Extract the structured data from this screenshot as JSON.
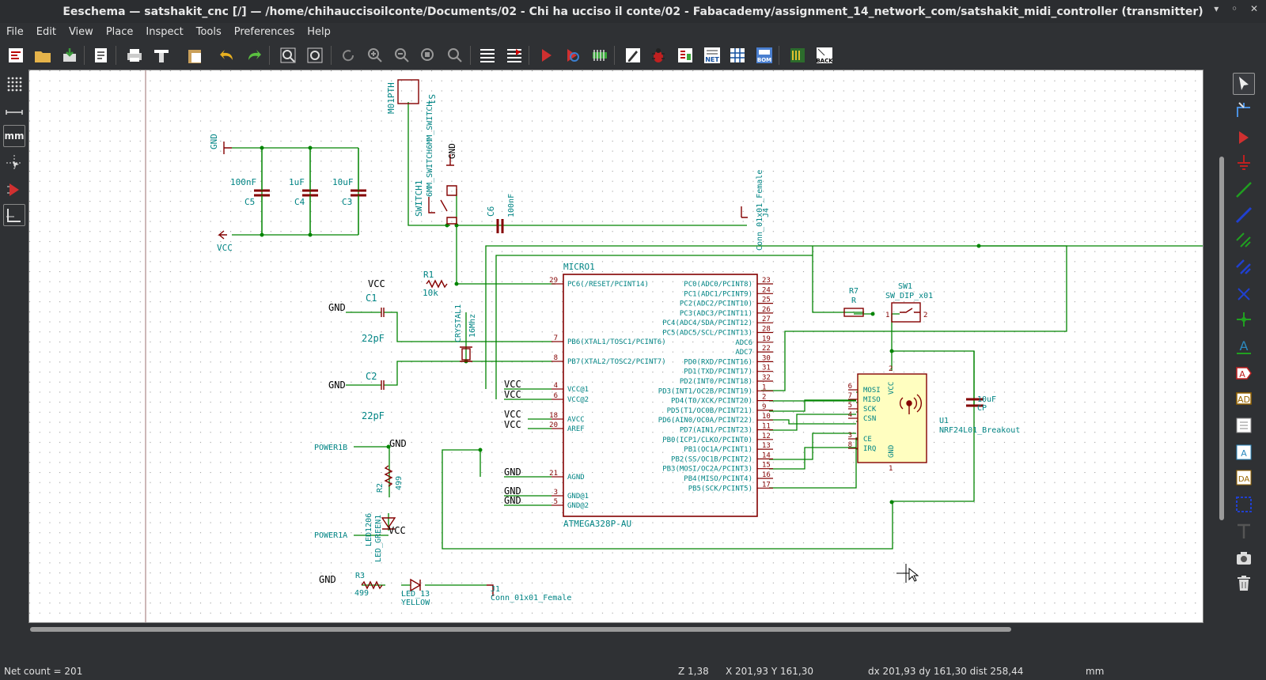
{
  "window": {
    "title": "Eeschema — satshakit_cnc [/] — /home/chihauccisoilconte/Documents/02 - Chi ha ucciso il conte/02 - Fabacademy/assignment_14_network_com/satshakit_midi_controller (transmitter)",
    "controls": [
      "▾",
      "◦",
      "✕"
    ]
  },
  "menu": [
    "File",
    "Edit",
    "View",
    "Place",
    "Inspect",
    "Tools",
    "Preferences",
    "Help"
  ],
  "toolbar_text": {
    "net": "NET",
    "bom": "BOM",
    "back": "BACK"
  },
  "left_toolbar": {
    "units": "mm"
  },
  "status": {
    "net_count": "Net count = 201",
    "zoom": "Z 1,38",
    "coords": "X 201,93  Y 161,30",
    "delta": "dx 201,93  dy 161,30  dist 258,44",
    "units": "mm"
  },
  "schematic": {
    "caps_group": {
      "gnd": "GND",
      "vcc": "VCC",
      "c5_val": "100nF",
      "c5": "C5",
      "c4_val": "1uF",
      "c4": "C4",
      "c3_val": "10uF",
      "c3": "C3"
    },
    "reset": {
      "header": "M01PTH",
      "s1": "S1",
      "switch": "SWITCH1",
      "switch_val": "6MM_SWITCH6MM_SWITCH",
      "gnd": "GND",
      "c6": "C6",
      "c6_val": "100nF"
    },
    "j4": {
      "name": "Conn_01x01_Female",
      "ref": "J4"
    },
    "mcu": {
      "ref": "MICRO1",
      "name": "ATMEGA328P-AU",
      "left_pins": [
        {
          "num": "29",
          "name": "PC6(/RESET/PCINT14)"
        },
        {
          "num": "7",
          "name": "PB6(XTAL1/TOSC1/PCINT6)"
        },
        {
          "num": "8",
          "name": "PB7(XTAL2/TOSC2/PCINT7)"
        },
        {
          "num": "4",
          "name": "VCC@1"
        },
        {
          "num": "6",
          "name": "VCC@2"
        },
        {
          "num": "18",
          "name": "AVCC"
        },
        {
          "num": "20",
          "name": "AREF"
        },
        {
          "num": "21",
          "name": "AGND"
        },
        {
          "num": "3",
          "name": "GND@1"
        },
        {
          "num": "5",
          "name": "GND@2"
        }
      ],
      "right_pins": [
        {
          "num": "23",
          "name": "PC0(ADC0/PCINT8)"
        },
        {
          "num": "24",
          "name": "PC1(ADC1/PCINT9)"
        },
        {
          "num": "25",
          "name": "PC2(ADC2/PCINT10)"
        },
        {
          "num": "26",
          "name": "PC3(ADC3/PCINT11)"
        },
        {
          "num": "27",
          "name": "PC4(ADC4/SDA/PCINT12)"
        },
        {
          "num": "28",
          "name": "PC5(ADC5/SCL/PCINT13)"
        },
        {
          "num": "19",
          "name": "ADC6"
        },
        {
          "num": "22",
          "name": "ADC7"
        },
        {
          "num": "30",
          "name": "PD0(RXD/PCINT16)"
        },
        {
          "num": "31",
          "name": "PD1(TXD/PCINT17)"
        },
        {
          "num": "32",
          "name": "PD2(INT0/PCINT18)"
        },
        {
          "num": "1",
          "name": "PD3(INT1/OC2B/PCINT19)"
        },
        {
          "num": "2",
          "name": "PD4(T0/XCK/PCINT20)"
        },
        {
          "num": "9",
          "name": "PD5(T1/OC0B/PCINT21)"
        },
        {
          "num": "10",
          "name": "PD6(AIN0/OC0A/PCINT22)"
        },
        {
          "num": "11",
          "name": "PD7(AIN1/PCINT23)"
        },
        {
          "num": "12",
          "name": "PB0(ICP1/CLKO/PCINT0)"
        },
        {
          "num": "13",
          "name": "PB1(OC1A/PCINT1)"
        },
        {
          "num": "14",
          "name": "PB2(SS/OC1B/PCINT2)"
        },
        {
          "num": "15",
          "name": "PB3(MOSI/OC2A/PCINT3)"
        },
        {
          "num": "16",
          "name": "PB4(MISO/PCINT4)"
        },
        {
          "num": "17",
          "name": "PB5(SCK/PCINT5)"
        }
      ]
    },
    "left_nets": {
      "vcc": "VCC",
      "r1": "R1",
      "r1_val": "10k",
      "gnd": "GND",
      "c1": "C1",
      "c2": "C2",
      "c_val": "22pF",
      "crystal": "CRYSTAL1",
      "crystal_val": "16Mhz"
    },
    "power": {
      "power1b": "POWER1B",
      "power1a": "POWER1A",
      "gnd": "GND",
      "vcc": "VCC",
      "r2": "R2",
      "r2_val": "499",
      "led": "LED1206",
      "led_val": "LED_GREEN1"
    },
    "bottom": {
      "gnd": "GND",
      "r3": "R3",
      "r3_val": "499",
      "led": "LED_13",
      "led_val": "YELLOW",
      "j1": "J1",
      "j1_val": "Conn_01x01_Female"
    },
    "sw1": {
      "r7": "R7",
      "r7_val": "R",
      "sw": "SW1",
      "sw_val": "SW_DIP_x01",
      "p1": "1",
      "p2": "2"
    },
    "nrf": {
      "ref": "U1",
      "name": "NRF24L01_Breakout",
      "cp": "10uF",
      "cp_ref": "CP",
      "pins": [
        {
          "num": "6",
          "name": "MOSI"
        },
        {
          "num": "7",
          "name": "MISO"
        },
        {
          "num": "5",
          "name": "SCK"
        },
        {
          "num": "4",
          "name": "CSN"
        },
        {
          "num": "3",
          "name": "CE"
        },
        {
          "num": "8",
          "name": "IRQ"
        }
      ],
      "vcc": "VCC",
      "gnd": "GND",
      "pin2": "2",
      "pin1": "1"
    }
  }
}
